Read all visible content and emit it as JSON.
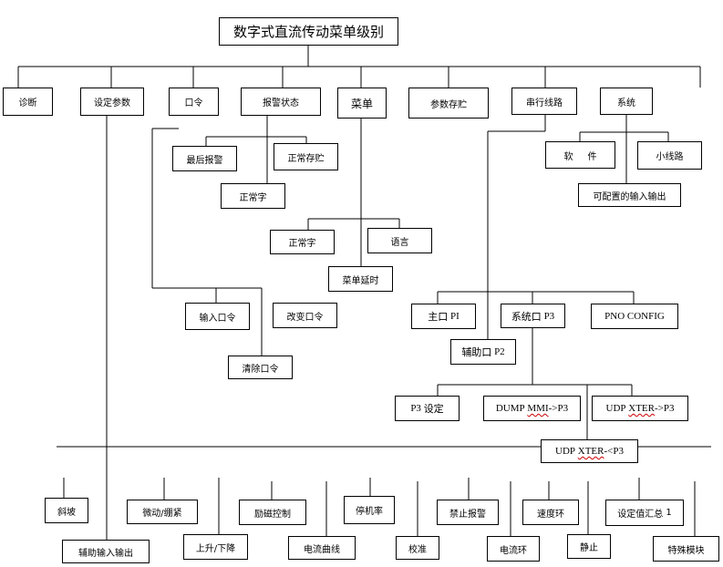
{
  "title": "数字式直流传动菜单级别",
  "level1": {
    "diagnosis": "诊断",
    "set_params": "设定参数",
    "password": "口令",
    "alarm_status": "报警状态",
    "menu": "菜单",
    "param_save": "参数存贮",
    "serial_link": "串行线路",
    "system": "系统"
  },
  "alarm": {
    "last_alarm": "最后报警",
    "normal_save": "正常存贮",
    "normal_word": "正常字"
  },
  "menu": {
    "normal_word": "正常字",
    "language": "语言",
    "menu_delay": "菜单延时"
  },
  "password": {
    "enter": "输入口令",
    "change": "改变口令",
    "clear": "清除口令"
  },
  "system": {
    "software_part1": "软",
    "software_part2": "件",
    "mini_link": "小线路",
    "configurable_io": "可配置的输入输出"
  },
  "serial": {
    "main_pi_label": "主口",
    "main_pi_code": "PI",
    "system_p3_label": "系统口",
    "system_p3_code": "P3",
    "pno_config": "PNO CONFIG",
    "aux_p2_label": "辅助口",
    "aux_p2_code": "P2",
    "p3_setup_code": "P3",
    "p3_setup_label": "设定",
    "dump_a": "DUMP",
    "dump_b": "MMI",
    "dump_c": "->P3",
    "udp_to_a": "UDP",
    "udp_to_b": "XTER",
    "udp_to_c": "->P3",
    "udp_from_a": "UDP",
    "udp_from_b": "XTER",
    "udp_from_c": "-<P3"
  },
  "bottom": {
    "ramp": "斜坡",
    "aux_io": "辅助输入输出",
    "jog_bind": "微动/绷紧",
    "raise_lower": "上升/下降",
    "field_control": "励磁控制",
    "current_curve": "电流曲线",
    "stop_rate": "停机率",
    "calibrate": "校准",
    "disable_alarm": "禁止报警",
    "current_loop": "电流环",
    "speed_loop": "速度环",
    "standstill": "静止",
    "setpoint_sum": "设定值汇总",
    "setpoint_sum_n": "1",
    "special_blocks": "特殊模块"
  }
}
